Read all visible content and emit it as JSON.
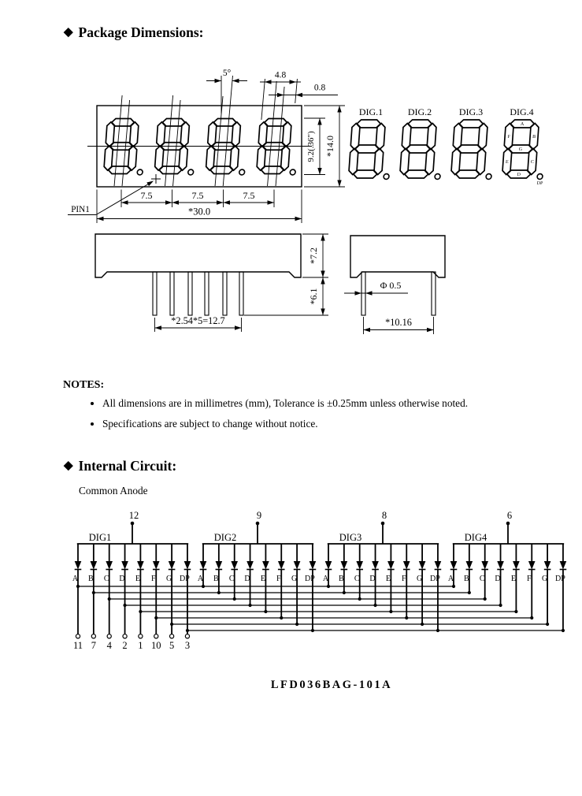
{
  "icons": {
    "diamond": "◆"
  },
  "sections": {
    "package": {
      "title": "Package Dimensions:"
    },
    "circuit": {
      "title": "Internal Circuit:",
      "subtitle": "Common Anode"
    }
  },
  "notes": {
    "heading": "NOTES:",
    "items": [
      "All dimensions are in millimetres (mm), Tolerance is ±0.25mm unless otherwise noted.",
      "Specifications are subject to change without notice."
    ]
  },
  "front_view": {
    "angle": "5°",
    "dim_a": "4.8",
    "dim_b": "0.8",
    "digit_height": "9.2(.36\")",
    "package_height": "*14.0",
    "digit_pitch": [
      "7.5",
      "7.5",
      "7.5"
    ],
    "package_width": "*30.0",
    "pin1_label": "PIN1"
  },
  "digit_views": {
    "labels": [
      "DIG.1",
      "DIG.2",
      "DIG.3",
      "DIG.4"
    ],
    "segment_labels": [
      "A",
      "B",
      "C",
      "D",
      "E",
      "F",
      "G",
      "DP"
    ]
  },
  "side_view": {
    "body_height": "*7.2",
    "pin_length": "*6.1",
    "pin_pitch": "*2.54*5=12.7"
  },
  "end_view": {
    "pin_diameter": "Φ 0.5",
    "row_pitch": "*10.16"
  },
  "circuit": {
    "digit_groups": [
      {
        "label": "DIG1",
        "pin": "12"
      },
      {
        "label": "DIG2",
        "pin": "9"
      },
      {
        "label": "DIG3",
        "pin": "8"
      },
      {
        "label": "DIG4",
        "pin": "6"
      }
    ],
    "segments": [
      "A",
      "B",
      "C",
      "D",
      "E",
      "F",
      "G",
      "DP"
    ],
    "bottom_pins": [
      "11",
      "7",
      "4",
      "2",
      "1",
      "10",
      "5",
      "3"
    ]
  },
  "page": {
    "part_number": "LFD036BAG-101A"
  }
}
